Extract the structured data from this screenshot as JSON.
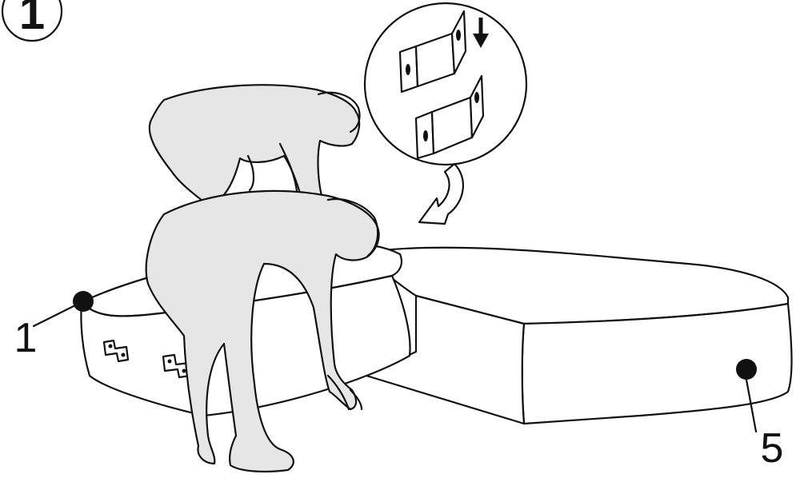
{
  "step": {
    "number": "1"
  },
  "callouts": {
    "left_part_label": "1",
    "right_part_label": "5"
  },
  "icons": {
    "direction_arrow": "arrow-down-icon",
    "curved_pointer": "curved-arrow-icon"
  },
  "colors": {
    "ink": "#111111",
    "figure_fill": "#e6e6e6",
    "background": "#ffffff"
  }
}
